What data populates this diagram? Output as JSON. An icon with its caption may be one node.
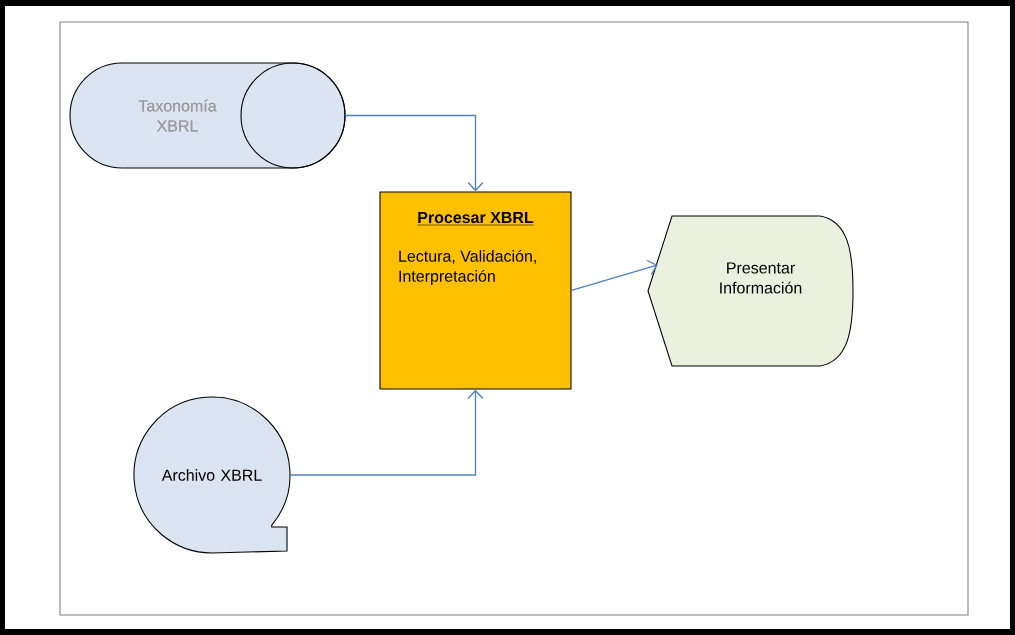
{
  "diagram": {
    "nodes": [
      {
        "text": [
          "Taxonomía XBRL"
        ]
      },
      {
        "text": [
          "Procesar XBRL",
          "Lectura, Validación, Interpretación"
        ]
      },
      {
        "text": [
          "Presentar Información"
        ]
      },
      {
        "text": [
          "Archivo XBRL"
        ]
      }
    ],
    "edges": [
      {
        "from": 0,
        "to": 1,
        "arrow": "to"
      },
      {
        "from": 3,
        "to": 1,
        "arrow": "to"
      },
      {
        "from": 1,
        "to": 2,
        "arrow": "to"
      }
    ]
  }
}
